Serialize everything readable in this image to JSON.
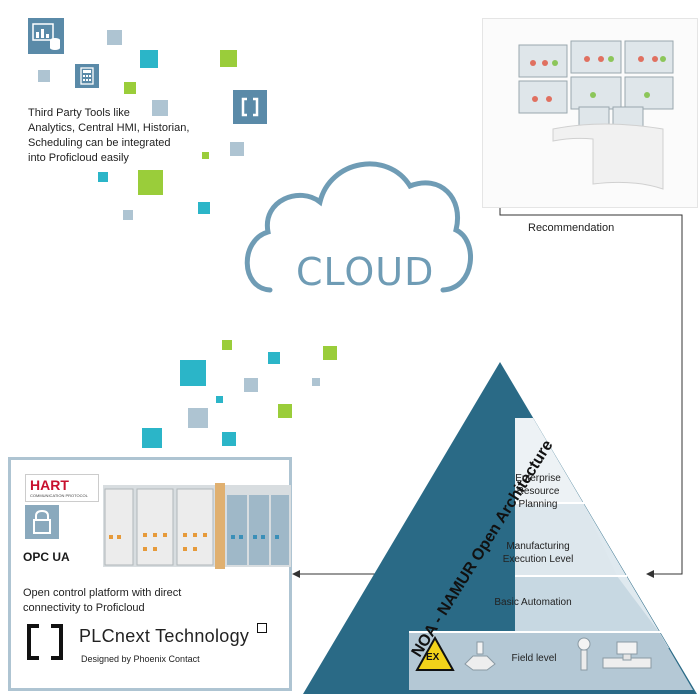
{
  "tools": {
    "description": "Third Party Tools like Analytics, Central HMI, Historian, Scheduling can be integrated into Proficloud easily",
    "line1": "Third Party Tools like",
    "line2": "Analytics, Central HMI, Historian,",
    "line3": "Scheduling can be integrated",
    "line4": "into Proficloud easily",
    "icons": [
      "dashboard-icon",
      "calculator-icon",
      "bracket-logo-icon"
    ]
  },
  "cloud": {
    "label": "CLOUD"
  },
  "control_room": {
    "recommendation_label": "Recommendation"
  },
  "plc": {
    "hart_label": "HART",
    "hart_sub": "COMMUNICATION PROTOCOL",
    "opc_label": "OPC UA",
    "description_line1": "Open control platform with direct",
    "description_line2": "connectivity to Proficloud",
    "brand": "PLCnext Technology",
    "brand_sub": "Designed by Phoenix Contact"
  },
  "pyramid": {
    "side_title": "NOA - NAMUR Open Architecture",
    "levels": [
      {
        "line1": "Enterprise",
        "line2": "Resource",
        "line3": "Planning"
      },
      {
        "line1": "Manufacturing",
        "line2": "Execution Level"
      },
      {
        "line1": "Basic Automation"
      },
      {
        "line1": "Field level",
        "ex_label": "EX"
      }
    ]
  },
  "colors": {
    "teal": "#2bb5c8",
    "green": "#9acd3a",
    "grey_blue": "#aec4d2",
    "cloud_outline": "#6f9cb5",
    "pyramid_dark": "#2a6a86"
  }
}
